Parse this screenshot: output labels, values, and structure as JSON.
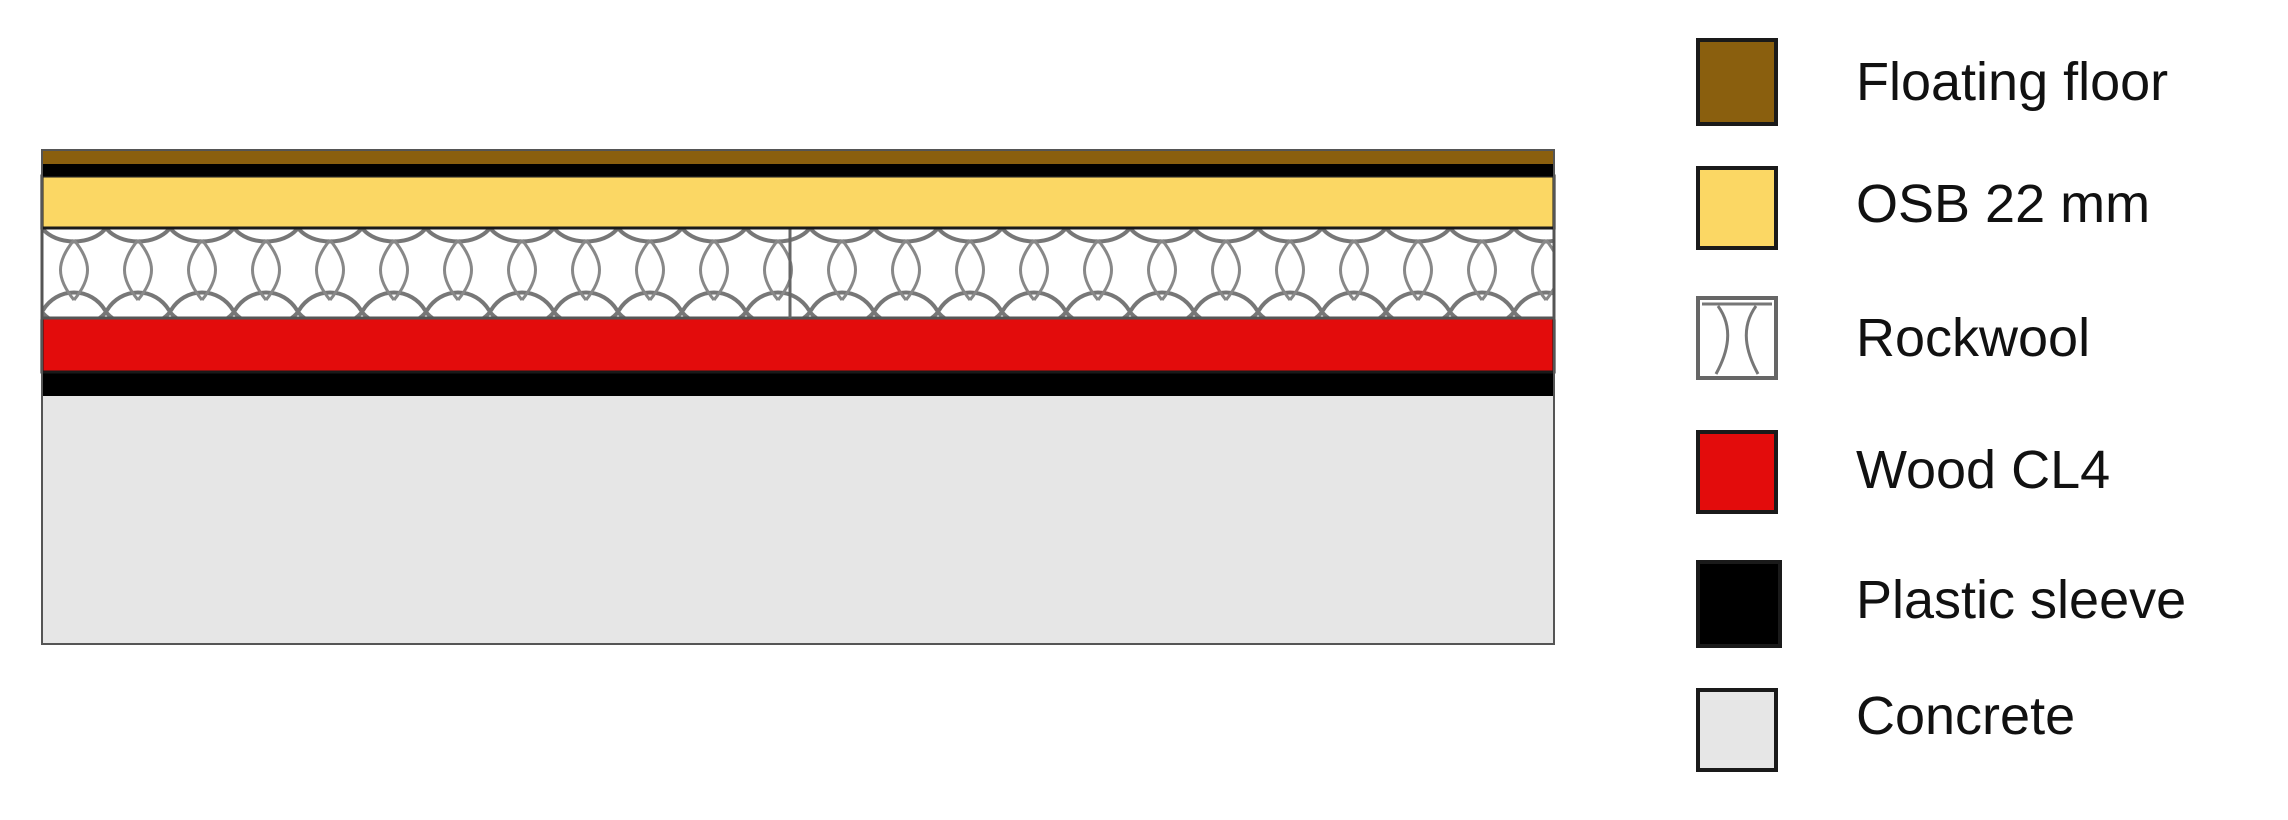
{
  "layers": [
    {
      "name": "Floating floor",
      "color": "#8a5f0e",
      "pattern": "solid"
    },
    {
      "name": "OSB 22 mm",
      "color": "#fbd764",
      "pattern": "solid"
    },
    {
      "name": "Rockwool",
      "color": "#ffffff",
      "pattern": "rockwool"
    },
    {
      "name": "Wood CL4",
      "color": "#e30c0c",
      "pattern": "solid"
    },
    {
      "name": "Plastic sleeve",
      "color": "#000000",
      "pattern": "solid"
    },
    {
      "name": "Concrete",
      "color": "#e6e6e6",
      "pattern": "solid"
    }
  ]
}
